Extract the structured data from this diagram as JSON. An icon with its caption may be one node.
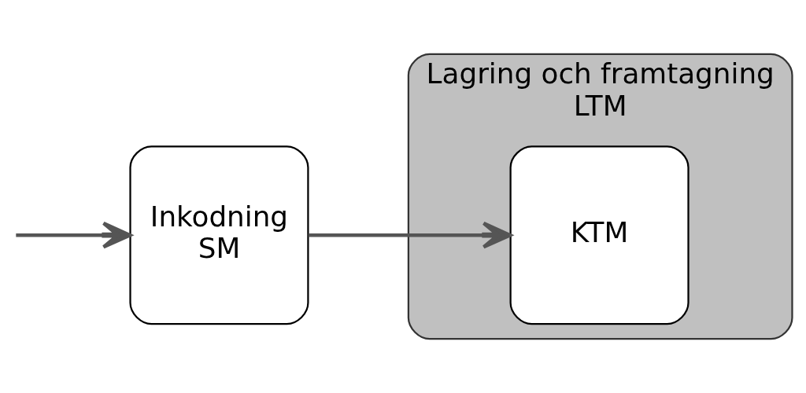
{
  "diagram": {
    "nodes": [
      {
        "text": [
          "Inkodning",
          "SM"
        ]
      },
      {
        "text": [
          "Lagring och framtagning",
          "LTM"
        ]
      },
      {
        "text": [
          "KTM"
        ],
        "in": 1
      }
    ],
    "edges": [
      {
        "from": null,
        "to": 0,
        "arrow": "to"
      },
      {
        "from": 0,
        "to": 2,
        "arrow": "to"
      }
    ]
  }
}
